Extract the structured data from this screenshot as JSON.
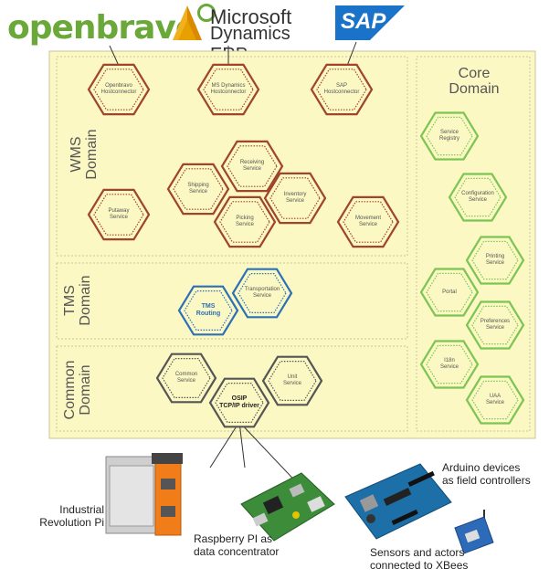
{
  "logos": {
    "openbravo": "openbravo",
    "microsoft_line1": "Microsoft",
    "microsoft_line2": "Dynamics ERP",
    "sap": "SAP"
  },
  "domains": {
    "wms_line1": "WMS",
    "wms_line2": "Domain",
    "tms_line1": "TMS",
    "tms_line2": "Domain",
    "common_line1": "Common",
    "common_line2": "Domain",
    "core_line1": "Core",
    "core_line2": "Domain"
  },
  "connectors": {
    "openbravo_1": "Openbravo",
    "openbravo_2": "Hostconnector",
    "ms_1": "MS Dynamics",
    "ms_2": "Hostconnector",
    "sap_1": "SAP",
    "sap_2": "Hostconnector"
  },
  "wms_services": {
    "receiving_1": "Receiving",
    "receiving_2": "Service",
    "shipping_1": "Shipping",
    "shipping_2": "Service",
    "inventory_1": "Inventory",
    "inventory_2": "Service",
    "putaway_1": "Putaway",
    "putaway_2": "Service",
    "picking_1": "Picking",
    "picking_2": "Service",
    "movement_1": "Movement",
    "movement_2": "Service"
  },
  "tms_services": {
    "transportation_1": "Transportation",
    "transportation_2": "Service",
    "routing_1": "TMS",
    "routing_2": "Routing"
  },
  "common_services": {
    "common_1": "Common",
    "common_2": "Service",
    "unit_1": "Unit",
    "unit_2": "Service",
    "osip_1": "OSIP",
    "osip_2": "TCP/IP driver"
  },
  "core_services": {
    "registry_1": "Service",
    "registry_2": "Registry",
    "config_1": "Configuration",
    "config_2": "Service",
    "printing_1": "Printing",
    "printing_2": "Service",
    "portal_1": "Portal",
    "prefs_1": "Preferences",
    "prefs_2": "Service",
    "i18n_1": "I18n",
    "i18n_2": "Service",
    "uaa_1": "UAA",
    "uaa_2": "Service"
  },
  "devices": {
    "revpi_1": "Industrial",
    "revpi_2": "Revolution Pi",
    "rpi_1": "Raspberry PI as",
    "rpi_2": "data concentrator",
    "arduino_1": "Arduino devices",
    "arduino_2": "as field controllers",
    "sensors_1": "Sensors and actors",
    "sensors_2": "connected to XBees"
  },
  "colors": {
    "panel_fill": "#fbf8c3",
    "panel_border": "#c8c59a",
    "red_hex": "#a0442f",
    "green_hex": "#7dc553",
    "blue_hex": "#2c70b8",
    "gray_hex": "#555555"
  }
}
